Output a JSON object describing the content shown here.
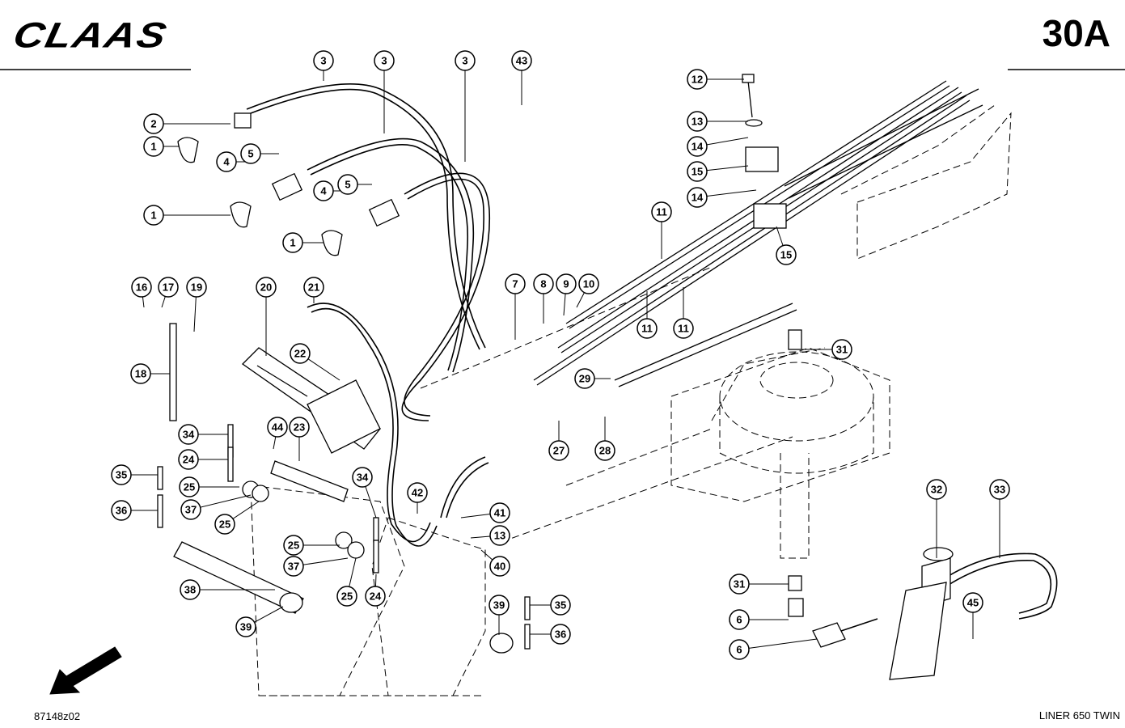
{
  "header": {
    "brand": "CLAAS",
    "page_code": "30A"
  },
  "footer": {
    "drawing_number": "87148z02",
    "model": "LINER 650 TWIN"
  },
  "callouts": [
    {
      "id": "c3a",
      "label": "3"
    },
    {
      "id": "c3b",
      "label": "3"
    },
    {
      "id": "c3c",
      "label": "3"
    },
    {
      "id": "c43",
      "label": "43"
    },
    {
      "id": "c2",
      "label": "2"
    },
    {
      "id": "c1a",
      "label": "1"
    },
    {
      "id": "c5a",
      "label": "5"
    },
    {
      "id": "c4a",
      "label": "4"
    },
    {
      "id": "c5b",
      "label": "5"
    },
    {
      "id": "c4b",
      "label": "4"
    },
    {
      "id": "c1b",
      "label": "1"
    },
    {
      "id": "c1c",
      "label": "1"
    },
    {
      "id": "c12a",
      "label": "12"
    },
    {
      "id": "c13a",
      "label": "13"
    },
    {
      "id": "c14a",
      "label": "14"
    },
    {
      "id": "c15a",
      "label": "15"
    },
    {
      "id": "c14b",
      "label": "14"
    },
    {
      "id": "c15b",
      "label": "15"
    },
    {
      "id": "c11a",
      "label": "11"
    },
    {
      "id": "c11b",
      "label": "11"
    },
    {
      "id": "c11c",
      "label": "11"
    },
    {
      "id": "c16",
      "label": "16"
    },
    {
      "id": "c17",
      "label": "17"
    },
    {
      "id": "c19",
      "label": "19"
    },
    {
      "id": "c18",
      "label": "18"
    },
    {
      "id": "c20",
      "label": "20"
    },
    {
      "id": "c21",
      "label": "21"
    },
    {
      "id": "c22",
      "label": "22"
    },
    {
      "id": "c7",
      "label": "7"
    },
    {
      "id": "c8",
      "label": "8"
    },
    {
      "id": "c9",
      "label": "9"
    },
    {
      "id": "c10",
      "label": "10"
    },
    {
      "id": "c31a",
      "label": "31"
    },
    {
      "id": "c29",
      "label": "29"
    },
    {
      "id": "c28",
      "label": "28"
    },
    {
      "id": "c27",
      "label": "27"
    },
    {
      "id": "c34a",
      "label": "34"
    },
    {
      "id": "c24a",
      "label": "24"
    },
    {
      "id": "c44",
      "label": "44"
    },
    {
      "id": "c23",
      "label": "23"
    },
    {
      "id": "c35a",
      "label": "35"
    },
    {
      "id": "c25a",
      "label": "25"
    },
    {
      "id": "c36a",
      "label": "36"
    },
    {
      "id": "c37a",
      "label": "37"
    },
    {
      "id": "c25b",
      "label": "25"
    },
    {
      "id": "c34b",
      "label": "34"
    },
    {
      "id": "c42",
      "label": "42"
    },
    {
      "id": "c41",
      "label": "41"
    },
    {
      "id": "c13b",
      "label": "13"
    },
    {
      "id": "c40",
      "label": "40"
    },
    {
      "id": "c25c",
      "label": "25"
    },
    {
      "id": "c37b",
      "label": "37"
    },
    {
      "id": "c25d",
      "label": "25"
    },
    {
      "id": "c24b",
      "label": "24"
    },
    {
      "id": "c38",
      "label": "38"
    },
    {
      "id": "c39a",
      "label": "39"
    },
    {
      "id": "c39b",
      "label": "39"
    },
    {
      "id": "c35b",
      "label": "35"
    },
    {
      "id": "c36b",
      "label": "36"
    },
    {
      "id": "c32",
      "label": "32"
    },
    {
      "id": "c33",
      "label": "33"
    },
    {
      "id": "c31b",
      "label": "31"
    },
    {
      "id": "c6a",
      "label": "6"
    },
    {
      "id": "c45",
      "label": "45"
    },
    {
      "id": "c6b",
      "label": "6"
    }
  ]
}
